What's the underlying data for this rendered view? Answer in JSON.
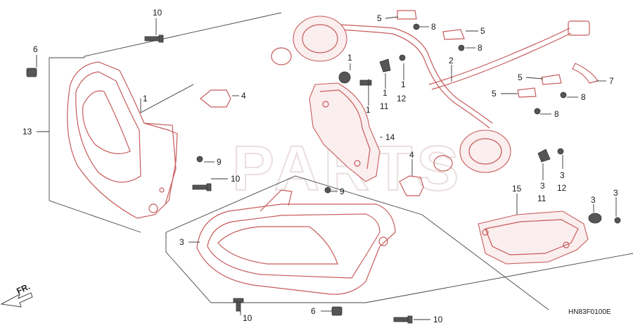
{
  "diagram": {
    "code": "HN83F0100E",
    "front_marker": "FR.",
    "watermark": "PARTS",
    "accent_color": "#c75b5b",
    "callouts": [
      {
        "id": "c1",
        "text": "10"
      },
      {
        "id": "c2",
        "text": "6"
      },
      {
        "id": "c3",
        "text": "13"
      },
      {
        "id": "c4",
        "text": "1"
      },
      {
        "id": "c5",
        "text": "4"
      },
      {
        "id": "c6",
        "text": "9"
      },
      {
        "id": "c7",
        "text": "10"
      },
      {
        "id": "c8",
        "text": "9"
      },
      {
        "id": "c9",
        "text": "3"
      },
      {
        "id": "c10",
        "text": "10"
      },
      {
        "id": "c11",
        "text": "6"
      },
      {
        "id": "c12",
        "text": "10"
      },
      {
        "id": "c13",
        "text": "5"
      },
      {
        "id": "c14",
        "text": "8"
      },
      {
        "id": "c15",
        "text": "5"
      },
      {
        "id": "c16",
        "text": "8"
      },
      {
        "id": "c17",
        "text": "1"
      },
      {
        "id": "c18",
        "text": "1"
      },
      {
        "id": "c19",
        "text": "1"
      },
      {
        "id": "c20",
        "text": "11"
      },
      {
        "id": "c21",
        "text": "1"
      },
      {
        "id": "c22",
        "text": "12"
      },
      {
        "id": "c23",
        "text": "2"
      },
      {
        "id": "c24",
        "text": "14"
      },
      {
        "id": "c25",
        "text": "5"
      },
      {
        "id": "c26",
        "text": "8"
      },
      {
        "id": "c27",
        "text": "5"
      },
      {
        "id": "c28",
        "text": "8"
      },
      {
        "id": "c29",
        "text": "7"
      },
      {
        "id": "c30",
        "text": "4"
      },
      {
        "id": "c31",
        "text": "3"
      },
      {
        "id": "c32",
        "text": "12"
      },
      {
        "id": "c33",
        "text": "3"
      },
      {
        "id": "c34",
        "text": "11"
      },
      {
        "id": "c35",
        "text": "15"
      },
      {
        "id": "c36",
        "text": "3"
      },
      {
        "id": "c37",
        "text": "3"
      }
    ]
  }
}
